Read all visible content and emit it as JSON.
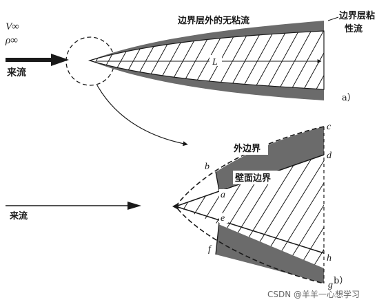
{
  "colors": {
    "line": "#1a1a1a",
    "shade": "#6b6b6b",
    "bg": "#ffffff",
    "watermark": "#666666"
  },
  "top": {
    "v_label": "V∞",
    "rho_label": "ρ∞",
    "flow_label": "来流",
    "outer_inviscid": "边界层外的无粘流",
    "bl_viscous_1": "边界层粘",
    "bl_viscous_2": "性流",
    "length_label": "L",
    "panel_label": "a）"
  },
  "bottom": {
    "flow_label": "来流",
    "outer_boundary": "外边界",
    "wall_boundary": "壁面边界",
    "pt_a": "a",
    "pt_b": "b",
    "pt_c": "c",
    "pt_d": "d",
    "pt_e": "e",
    "pt_f": "f",
    "pt_g": "g",
    "pt_h": "h",
    "panel_label": "b）"
  },
  "watermark": "CSDN @羊羊一心想学习"
}
